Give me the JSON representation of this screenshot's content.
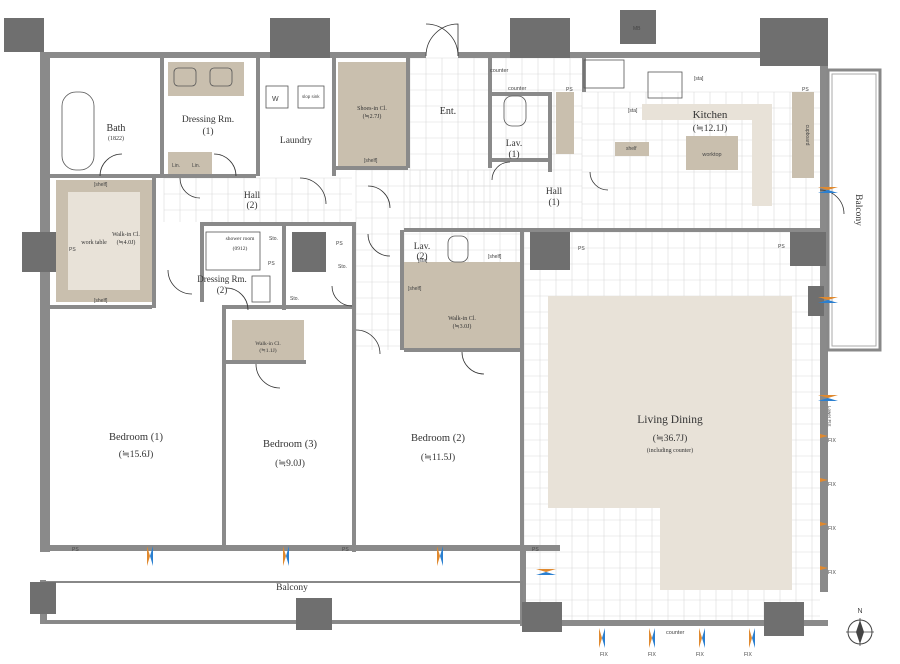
{
  "rooms": {
    "bath": "Bath",
    "bath_size": "(1822)",
    "dressing1": "Dressing Rm.",
    "dressing1_num": "(1)",
    "laundry": "Laundry",
    "shoes": "Shoes-in Cl.",
    "shoes_size": "(≒2.7J)",
    "ent": "Ent.",
    "lav1": "Lav.",
    "lav1_num": "(1)",
    "kitchen": "Kitchen",
    "kitchen_size": "(≒12.1J)",
    "worktop": "worktop",
    "cupboard": "cupboard",
    "hall2": "Hall",
    "hall2_num": "(2)",
    "hall1": "Hall",
    "hall1_num": "(1)",
    "walkin1": "Walk-in Cl.",
    "walkin1_size": "(≒4.0J)",
    "work_table": "work table",
    "shower_room": "shower room",
    "shower_size": "(0912)",
    "dressing2": "Dressing Rm.",
    "dressing2_num": "(2)",
    "lav2": "Lav.",
    "lav2_num": "(2)",
    "walkin2": "Walk-in Cl.",
    "walkin2_size": "(≒3.0J)",
    "walkin3": "Walk-in Cl.",
    "walkin3_size": "(≒1.1J)",
    "bedroom1": "Bedroom (1)",
    "bedroom1_size": "(≒15.6J)",
    "bedroom3": "Bedroom (3)",
    "bedroom3_size": "(≒9.0J)",
    "bedroom2": "Bedroom (2)",
    "bedroom2_size": "(≒11.5J)",
    "living": "Living Dining",
    "living_size": "(≒36.7J)",
    "living_note": "(including counter)",
    "balcony_bottom": "Balcony",
    "balcony_right": "Balcony"
  },
  "small_labels": {
    "ps": "PS",
    "mb": "MB",
    "counter": "counter",
    "shelf": "shelf",
    "shelf_br": "[shelf]",
    "sto": "Sto.",
    "sta": "[sta]",
    "lin": "Lin.",
    "wm": "W",
    "sup_sink": "slop sink",
    "fix": "FIX",
    "lower_fix": "Lower FIX",
    "north": "N"
  }
}
